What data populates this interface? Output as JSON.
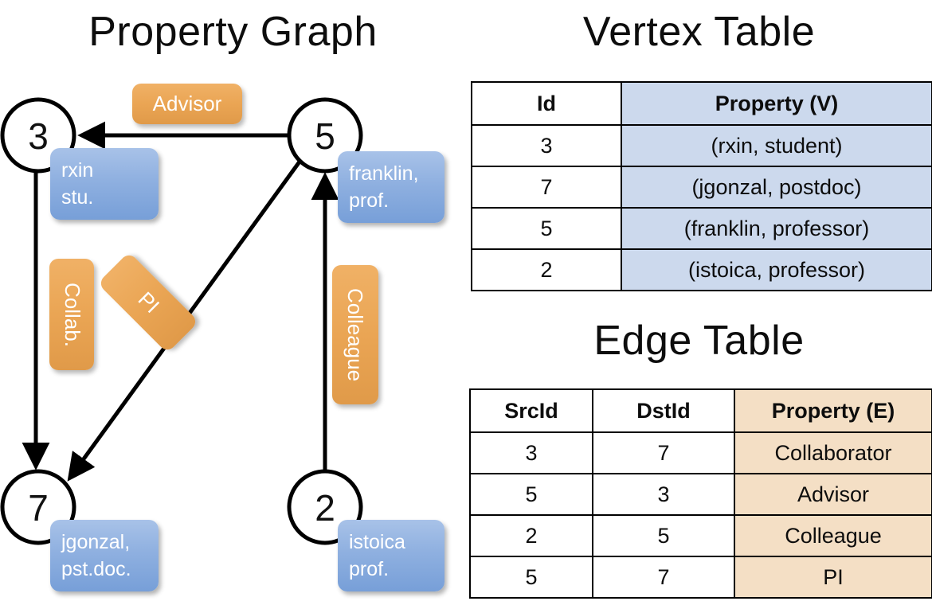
{
  "titles": {
    "property_graph": "Property Graph",
    "vertex_table": "Vertex Table",
    "edge_table": "Edge Table"
  },
  "colors": {
    "vertex_property_fill": "#ccd9ed",
    "edge_property_fill": "#f4dfc5",
    "node_box_blue": "#8fb0e0",
    "edge_label_orange": "#eaa554",
    "stroke": "#000000"
  },
  "graph": {
    "nodes": [
      {
        "id": "3",
        "property": "rxin\nstu."
      },
      {
        "id": "5",
        "property": "franklin,\nprof."
      },
      {
        "id": "7",
        "property": "jgonzal,\npst.doc."
      },
      {
        "id": "2",
        "property": "istoica\nprof."
      }
    ],
    "edge_labels": [
      {
        "name": "advisor",
        "text": "Advisor"
      },
      {
        "name": "collab",
        "text": "Collab."
      },
      {
        "name": "pi",
        "text": "PI"
      },
      {
        "name": "colleague",
        "text": "Colleague"
      }
    ],
    "edges": [
      {
        "src": "5",
        "dst": "3",
        "label": "Advisor"
      },
      {
        "src": "3",
        "dst": "7",
        "label": "Collab."
      },
      {
        "src": "5",
        "dst": "7",
        "label": "PI"
      },
      {
        "src": "2",
        "dst": "5",
        "label": "Colleague"
      }
    ]
  },
  "vertex_table": {
    "headers": [
      "Id",
      "Property (V)"
    ],
    "rows": [
      {
        "id": "3",
        "property": "(rxin, student)"
      },
      {
        "id": "7",
        "property": "(jgonzal, postdoc)"
      },
      {
        "id": "5",
        "property": "(franklin, professor)"
      },
      {
        "id": "2",
        "property": "(istoica, professor)"
      }
    ]
  },
  "edge_table": {
    "headers": [
      "SrcId",
      "DstId",
      "Property (E)"
    ],
    "rows": [
      {
        "src": "3",
        "dst": "7",
        "property": "Collaborator"
      },
      {
        "src": "5",
        "dst": "3",
        "property": "Advisor"
      },
      {
        "src": "2",
        "dst": "5",
        "property": "Colleague"
      },
      {
        "src": "5",
        "dst": "7",
        "property": "PI"
      }
    ]
  }
}
